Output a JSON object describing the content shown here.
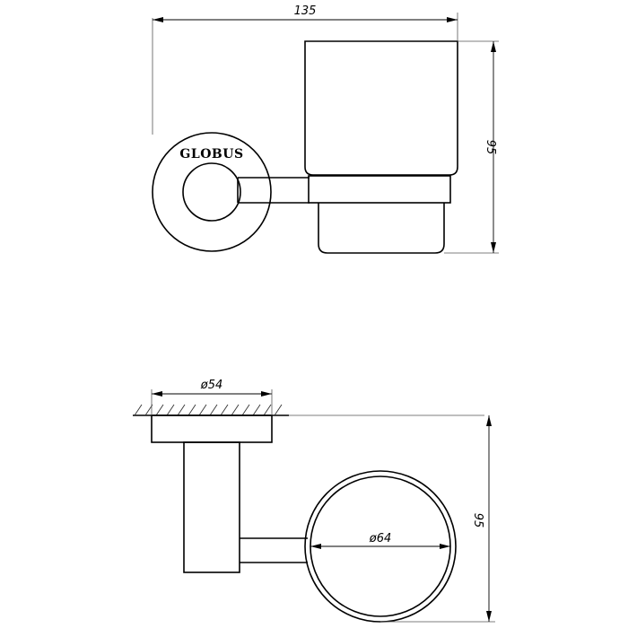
{
  "brand": {
    "logo_text": "GLOBUS"
  },
  "dimensions": {
    "overall_width": "135",
    "holder_height": "95",
    "rosette_diameter": "ø54",
    "projection": "95",
    "ring_diameter": "ø64"
  },
  "colors": {
    "line": "#000000",
    "background": "#ffffff",
    "hatch": "#333333"
  }
}
